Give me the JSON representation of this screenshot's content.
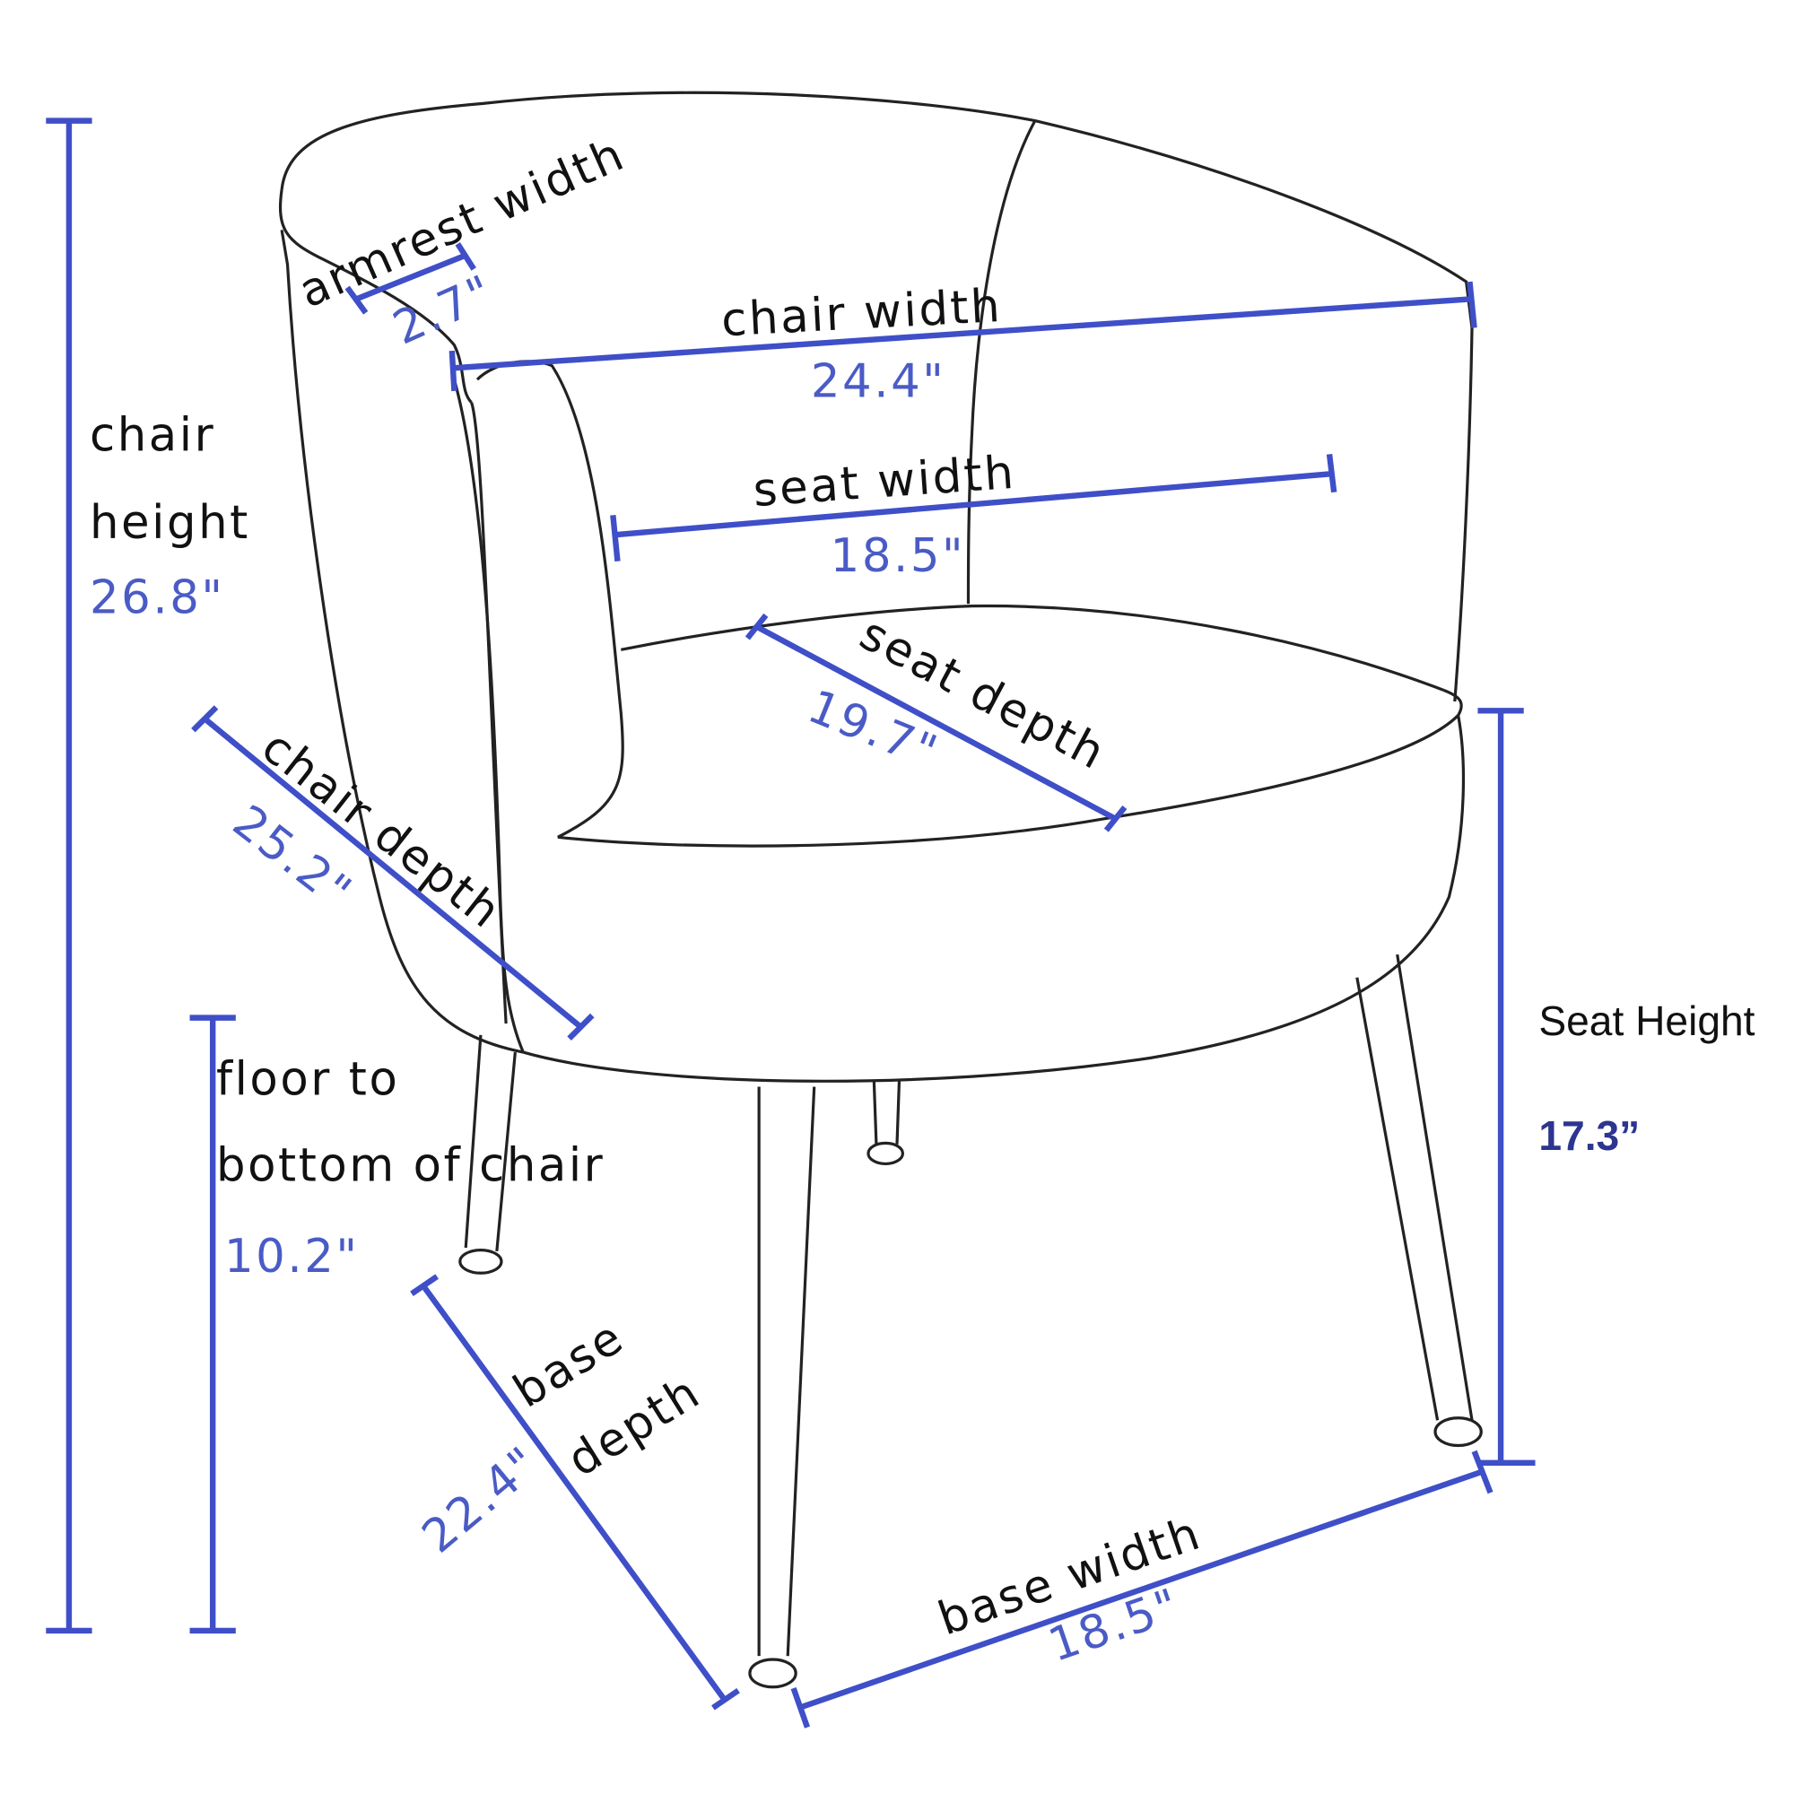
{
  "colors": {
    "dimension_line": "#3f4fc8",
    "value_text": "#4a5bc6",
    "seat_height_value": "#2c3590",
    "outline": "#222222"
  },
  "dimensions": {
    "armrest_width": {
      "label": "armrest width",
      "value": "2.7\""
    },
    "chair_width": {
      "label": "chair width",
      "value": "24.4\""
    },
    "seat_width": {
      "label": "seat width",
      "value": "18.5\""
    },
    "seat_depth": {
      "label": "seat depth",
      "value": "19.7\""
    },
    "chair_height": {
      "label_line1": "chair",
      "label_line2": "height",
      "value": "26.8\""
    },
    "chair_depth": {
      "label": "chair depth",
      "value": "25.2\""
    },
    "floor_to_bottom": {
      "label_line1": "floor to",
      "label_line2": "bottom of chair",
      "value": "10.2\""
    },
    "seat_height": {
      "label": "Seat Height",
      "value": "17.3”"
    },
    "base_depth": {
      "label_line1": "base",
      "label_line2": "depth",
      "value": "22.4\""
    },
    "base_width": {
      "label": "base width",
      "value": "18.5\""
    }
  }
}
